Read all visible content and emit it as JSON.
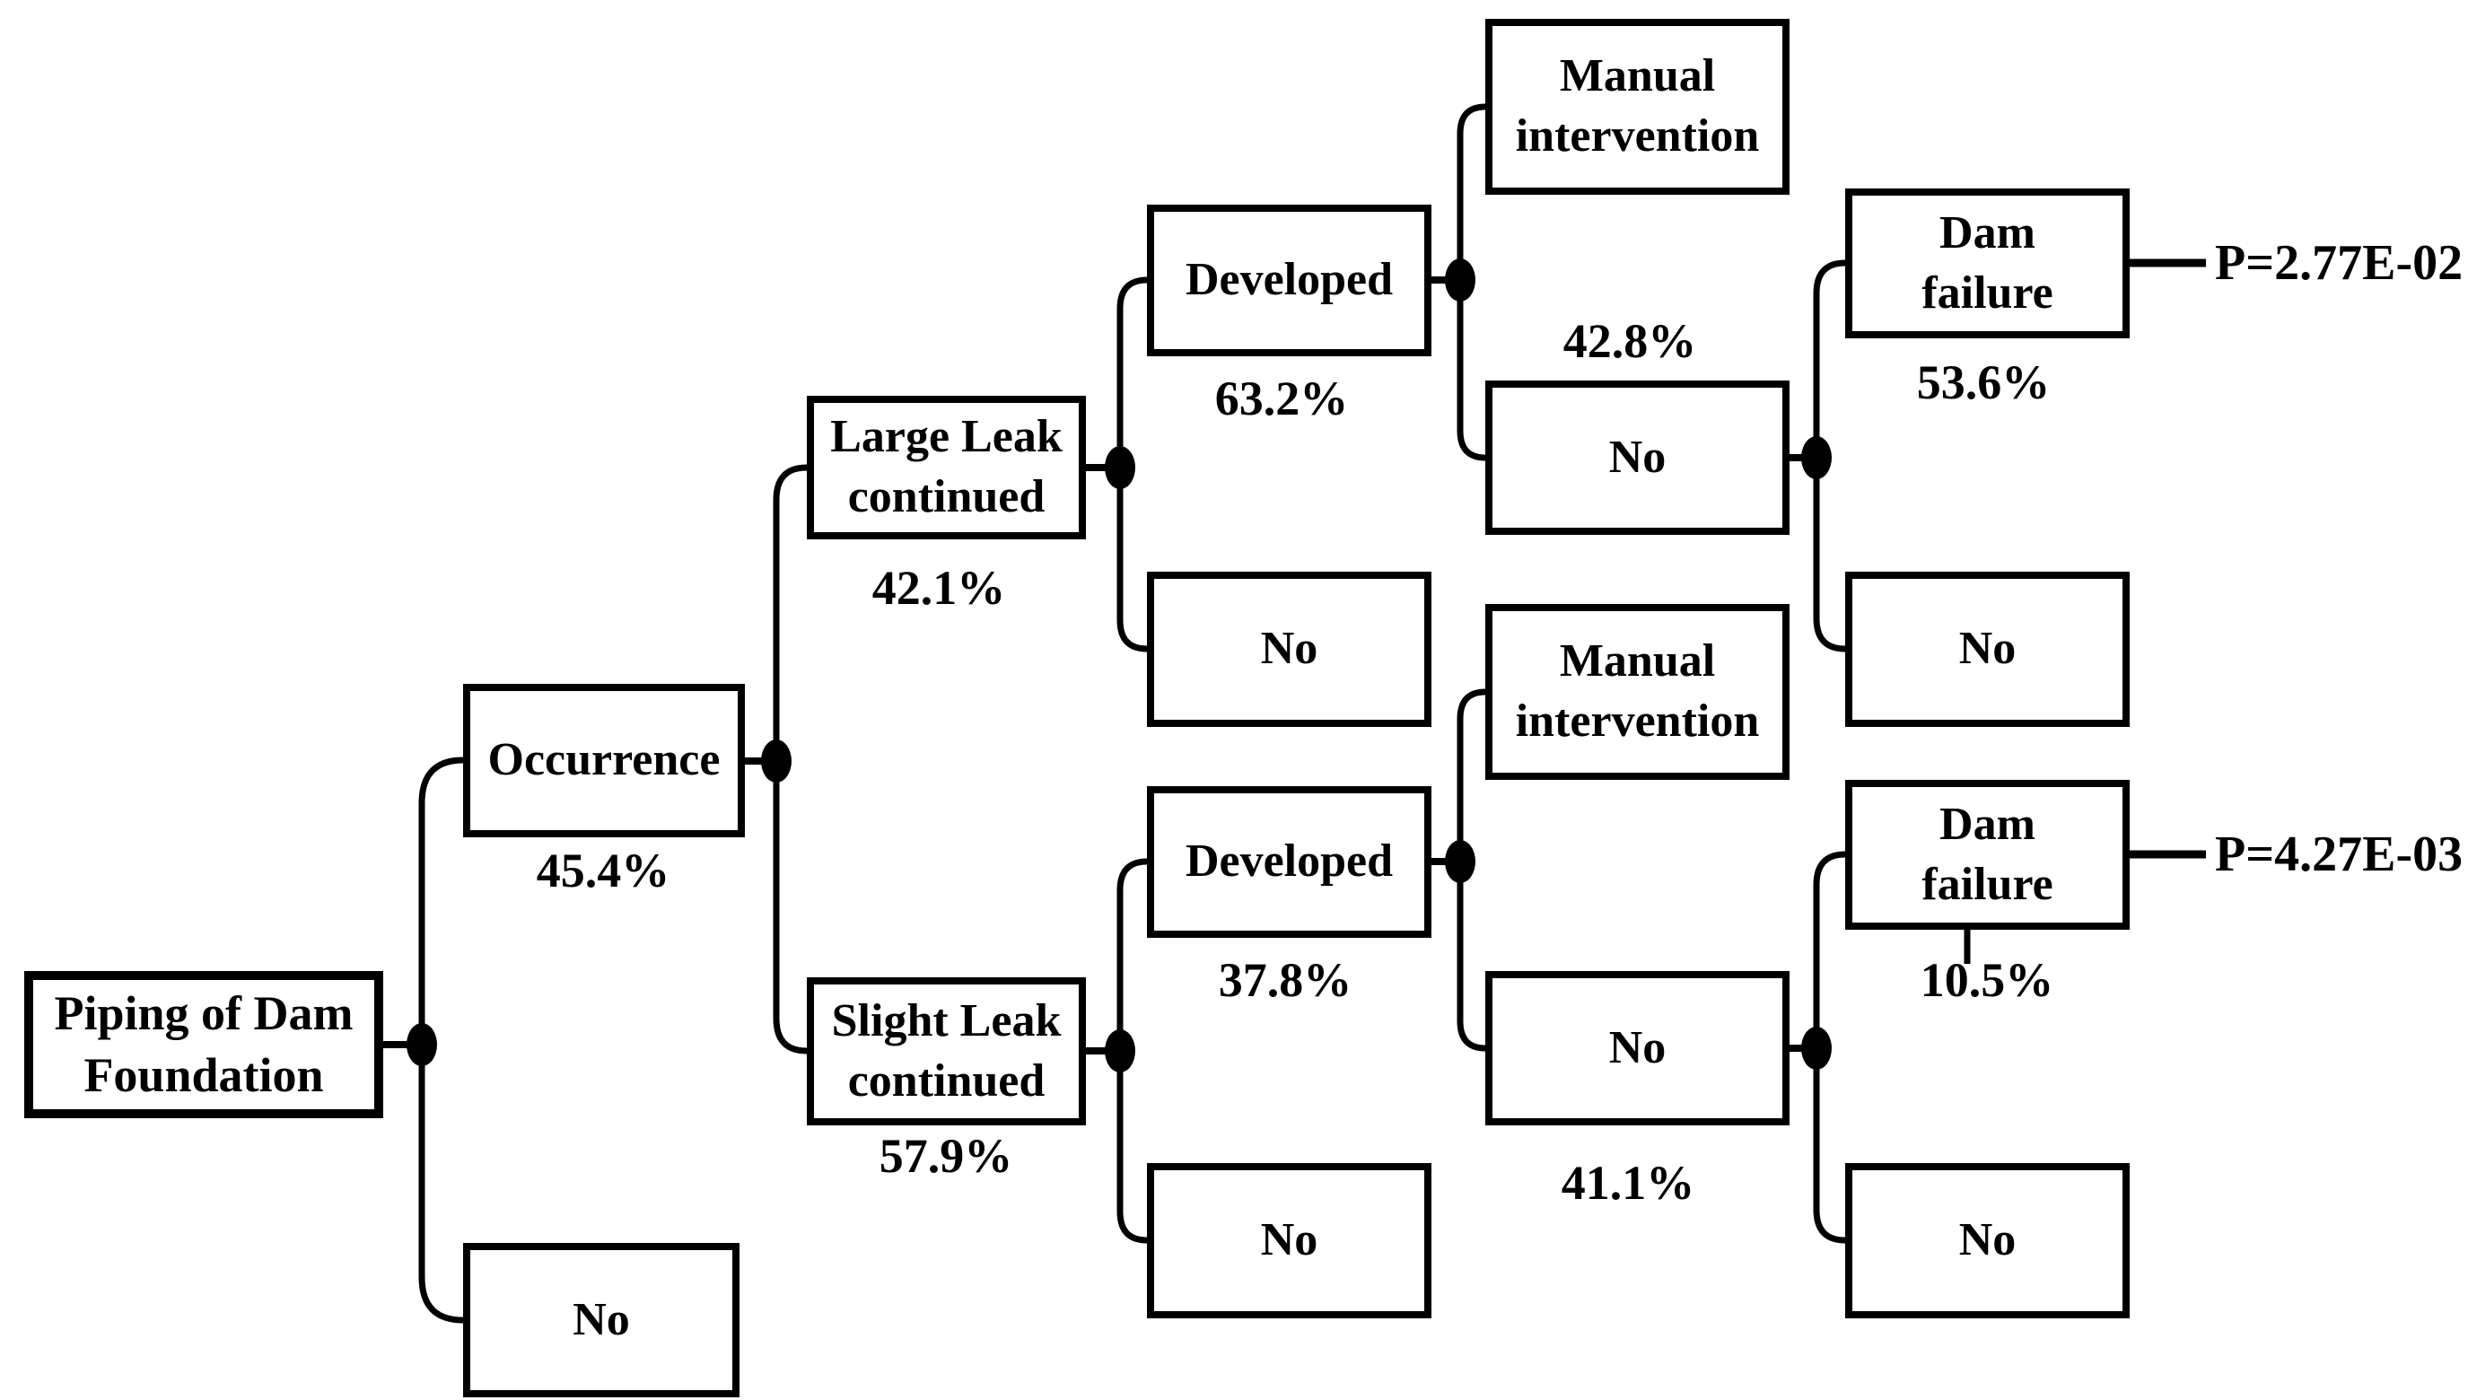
{
  "colors": {
    "ink": "#000000",
    "paper": "#ffffff"
  },
  "nodes": {
    "root": {
      "label": "Piping of Dam\nFoundation"
    },
    "occurrence": {
      "label": "Occurrence",
      "probability": "45.4%"
    },
    "no_occurrence": {
      "label": "No"
    },
    "large_leak": {
      "label": "Large Leak\ncontinued",
      "probability": "42.1%"
    },
    "slight_leak": {
      "label": "Slight Leak\ncontinued",
      "probability": "57.9%"
    },
    "developed_large": {
      "label": "Developed",
      "probability": "63.2%"
    },
    "no_developed_large": {
      "label": "No"
    },
    "developed_slight": {
      "label": "Developed",
      "probability": "37.8%"
    },
    "no_developed_slight": {
      "label": "No"
    },
    "manual_large": {
      "label": "Manual\nintervention"
    },
    "no_manual_large": {
      "label": "No",
      "probability": "42.8%"
    },
    "manual_slight": {
      "label": "Manual\nintervention"
    },
    "no_manual_slight": {
      "label": "No",
      "probability": "41.1%"
    },
    "dam_failure_large": {
      "label": "Dam\nfailure",
      "probability": "53.6%",
      "outcome": "P=2.77E-02"
    },
    "no_failure_large": {
      "label": "No"
    },
    "dam_failure_slight": {
      "label": "Dam\nfailure",
      "probability": "10.5%",
      "outcome": "P=4.27E-03"
    },
    "no_failure_slight": {
      "label": "No"
    }
  }
}
